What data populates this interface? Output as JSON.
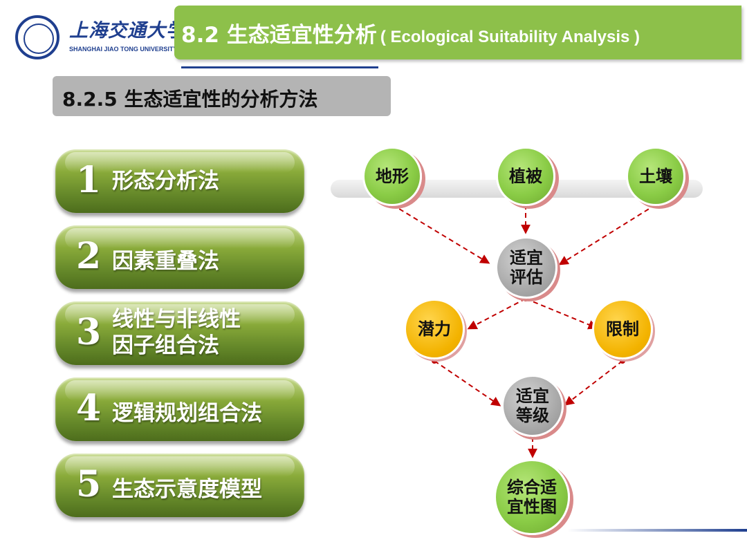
{
  "header": {
    "logo_cn": "上海交通大学",
    "logo_en": "SHANGHAI JIAO TONG UNIVERSITY",
    "title": "8.2 生态适宜性分析",
    "title_en": "( Ecological Suitability Analysis )"
  },
  "section": {
    "title": "8.2.5 生态适宜性的分析方法"
  },
  "methods": [
    {
      "num": "1",
      "label": "形态分析法"
    },
    {
      "num": "2",
      "label": "因素重叠法"
    },
    {
      "num": "3",
      "label_line1": "线性与非线性",
      "label_line2": "因子组合法"
    },
    {
      "num": "4",
      "label": "逻辑规划组合法"
    },
    {
      "num": "5",
      "label": "生态示意度模型"
    }
  ],
  "flow": {
    "inputs": [
      "地形",
      "植被",
      "土壤"
    ],
    "evaluate": [
      "适宜",
      "评估"
    ],
    "potential": "潜力",
    "limitation": "限制",
    "grade": [
      "适宜",
      "等级"
    ],
    "result": [
      "综合适",
      "宜性图"
    ]
  },
  "colors": {
    "title_green": "#8dc04a",
    "brand_blue": "#1f3f8f",
    "arrow_red": "#c00000"
  }
}
